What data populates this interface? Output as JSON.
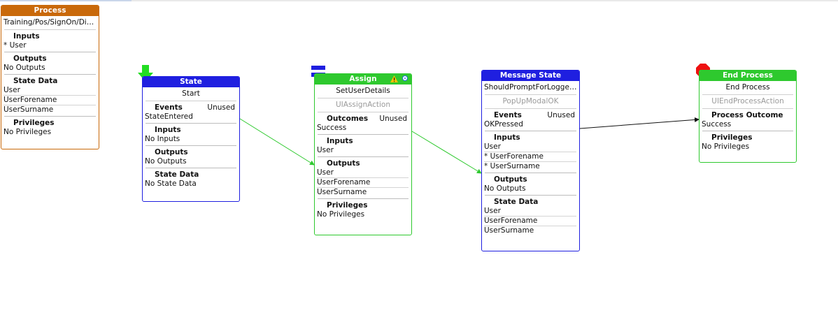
{
  "process": {
    "header": "Process",
    "path": "Training/Pos/SignOn/Displ...",
    "inputs_title": "Inputs",
    "inputs": [
      "* User"
    ],
    "outputs_title": "Outputs",
    "outputs": [
      "No Outputs"
    ],
    "state_data_title": "State Data",
    "state_data": [
      "User",
      "UserForename",
      "UserSurname"
    ],
    "privileges_title": "Privileges",
    "privileges": [
      "No Privileges"
    ]
  },
  "state": {
    "header": "State",
    "name": "Start",
    "events_title": "Events",
    "events_status": "Unused",
    "events": [
      "StateEntered"
    ],
    "inputs_title": "Inputs",
    "inputs": [
      "No Inputs"
    ],
    "outputs_title": "Outputs",
    "outputs": [
      "No Outputs"
    ],
    "state_data_title": "State Data",
    "state_data": [
      "No State Data"
    ]
  },
  "assign": {
    "header": "Assign",
    "name": "SetUserDetails",
    "action": "UIAssignAction",
    "outcomes_title": "Outcomes",
    "outcomes_status": "Unused",
    "outcomes": [
      "Success"
    ],
    "inputs_title": "Inputs",
    "inputs": [
      "User"
    ],
    "outputs_title": "Outputs",
    "outputs": [
      "User",
      "UserForename",
      "UserSurname"
    ],
    "privileges_title": "Privileges",
    "privileges": [
      "No Privileges"
    ]
  },
  "message_state": {
    "header": "Message State",
    "name": "ShouldPromptForLoggedi...",
    "action": "PopUpModalOK",
    "events_title": "Events",
    "events_status": "Unused",
    "events": [
      "OKPressed"
    ],
    "inputs_title": "Inputs",
    "inputs": [
      "User",
      "* UserForename",
      "* UserSurname"
    ],
    "outputs_title": "Outputs",
    "outputs": [
      "No Outputs"
    ],
    "state_data_title": "State Data",
    "state_data": [
      "User",
      "UserForename",
      "UserSurname"
    ]
  },
  "end_process": {
    "header": "End Process",
    "name": "End Process",
    "action": "UIEndProcessAction",
    "outcome_title": "Process Outcome",
    "outcome": [
      "Success"
    ],
    "privileges_title": "Privileges",
    "privileges": [
      "No Privileges"
    ]
  },
  "colors": {
    "process": "#c9690a",
    "state": "#1f1fe0",
    "assign": "#2ec92e",
    "end": "#2ec92e",
    "wire_green": "#2ec92e",
    "wire_black": "#111111"
  },
  "icons": {
    "start": "green-down-arrow-icon",
    "assign_marker": "blue-equals-icon",
    "warning": "warning-icon",
    "settings": "gear-icon",
    "stop": "red-stop-octagon-icon"
  }
}
